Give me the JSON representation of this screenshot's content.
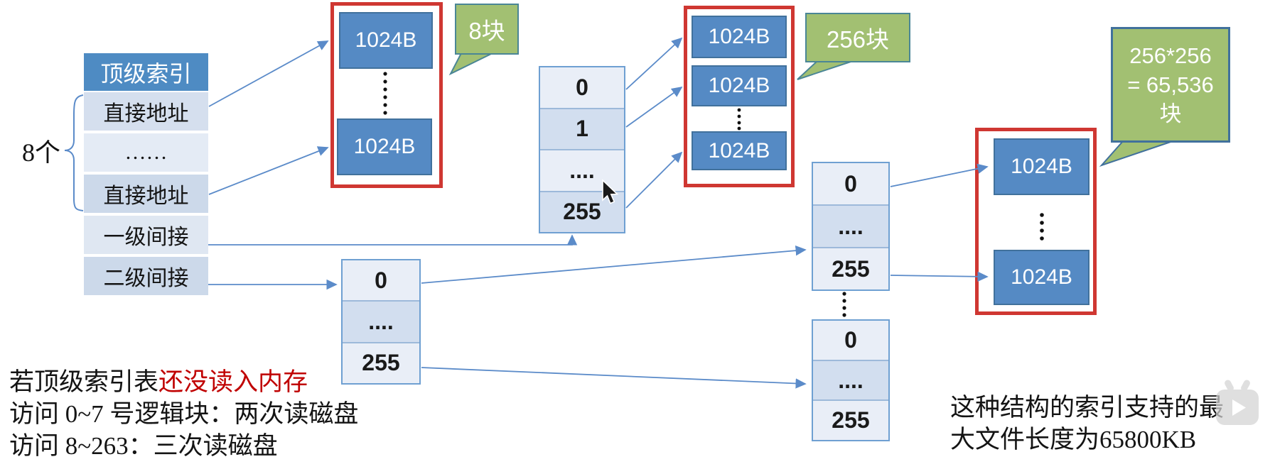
{
  "left_table": {
    "header": "顶级索引",
    "count_label": "8个",
    "rows": [
      {
        "label": "直接地址"
      },
      {
        "label": "……"
      },
      {
        "label": "直接地址"
      },
      {
        "label": "一级间接"
      },
      {
        "label": "二级间接"
      }
    ]
  },
  "disk_block_label": "1024B",
  "callouts": {
    "first": "8块",
    "second": "256块",
    "third": {
      "line1": "256*256",
      "line2": "= 65,536",
      "line3": "块"
    }
  },
  "index_tables": {
    "single_indirect": {
      "rows": [
        "0",
        "1",
        "....",
        "255"
      ]
    },
    "double_indirect_l1": {
      "rows": [
        "0",
        "....",
        "255"
      ]
    },
    "double_indirect_l2_top": {
      "rows": [
        "0",
        "....",
        "255"
      ]
    },
    "double_indirect_l2_bottom": {
      "rows": [
        "0",
        "....",
        "255"
      ]
    }
  },
  "notes_left": {
    "line1_black": "若顶级索引表",
    "line1_red": "还没读入内存",
    "line2": "访问 0~7 号逻辑块：两次读磁盘",
    "line3": "访问 8~263：三次读磁盘"
  },
  "notes_right": {
    "line1": "这种结构的索引支持的最",
    "line2": "大文件长度为65800KB"
  },
  "colors": {
    "block_blue": "#558ac4",
    "header_blue": "#4e8bc3",
    "red_border": "#cf3732",
    "callout_green": "#a2c072",
    "arrow_blue": "#5b8bc9",
    "red_text": "#c00000"
  }
}
